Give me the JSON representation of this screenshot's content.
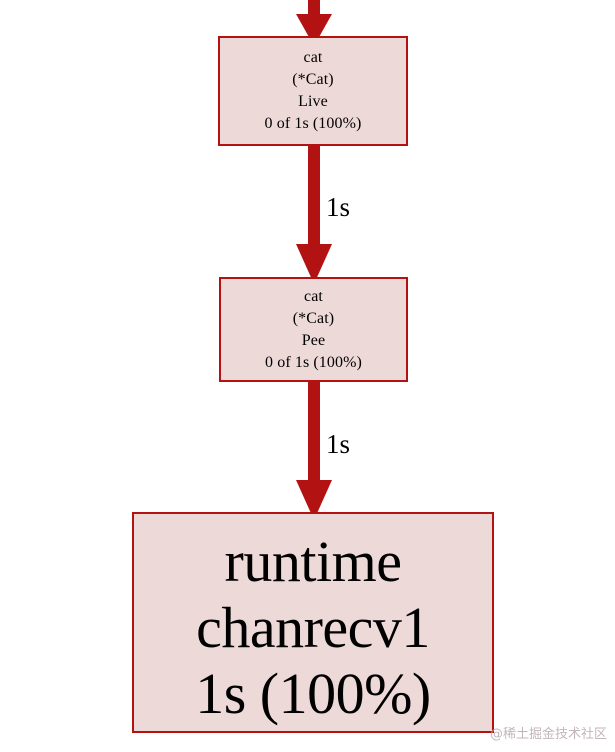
{
  "graph": {
    "type": "call-graph",
    "accent_color": "#b21212",
    "node_fill_color": "#eed9d9",
    "node_border_color": "#b21212",
    "background_color": "#ffffff",
    "nodes": [
      {
        "id": "cat-live",
        "lines": [
          "cat",
          "(*Cat)",
          "Live",
          "0 of 1s (100%)"
        ],
        "package": "cat",
        "receiver": "(*Cat)",
        "function": "Live",
        "stat": "0 of 1s (100%)",
        "flat": "0",
        "cumulative": "1s",
        "percent": "100%"
      },
      {
        "id": "cat-pee",
        "lines": [
          "cat",
          "(*Cat)",
          "Pee",
          "0 of 1s (100%)"
        ],
        "package": "cat",
        "receiver": "(*Cat)",
        "function": "Pee",
        "stat": "0 of 1s (100%)",
        "flat": "0",
        "cumulative": "1s",
        "percent": "100%"
      },
      {
        "id": "runtime-chanrecv1",
        "lines": [
          "runtime",
          "chanrecv1",
          "1s (100%)"
        ],
        "package": "runtime",
        "function": "chanrecv1",
        "stat": "1s (100%)",
        "flat": "1s",
        "percent": "100%"
      }
    ],
    "edges": [
      {
        "id": "edge-into-cat-live",
        "from": "",
        "to": "cat-live",
        "label": ""
      },
      {
        "id": "edge-live-to-pee",
        "from": "cat-live",
        "to": "cat-pee",
        "label": "1s"
      },
      {
        "id": "edge-pee-to-chanrecv1",
        "from": "cat-pee",
        "to": "runtime-chanrecv1",
        "label": "1s"
      }
    ]
  },
  "watermark": {
    "text": "@稀土掘金技术社区"
  }
}
